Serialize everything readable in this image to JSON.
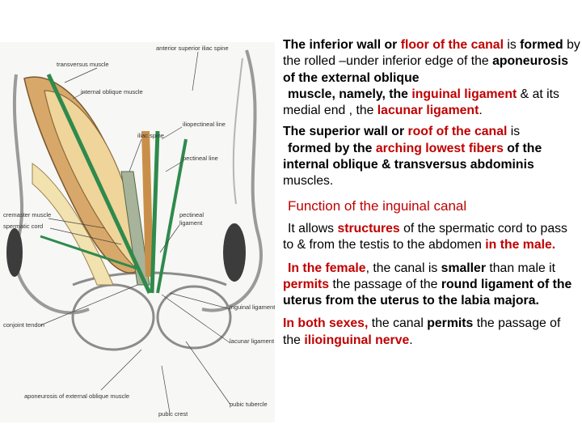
{
  "figure": {
    "labels": {
      "asis": "anterior superior iliac spine",
      "transversus": "transversus muscle",
      "internal_oblique": "internal oblique muscle",
      "iliopectineal": "iliopectineal line",
      "ilium": "iliac spine",
      "pectineal": "pectineal line",
      "cremaster": "cremaster muscle",
      "spermatic_cord": "spermatic cord",
      "pectineal_ligament_1": "pectineal",
      "pectineal_ligament_2": "ligament",
      "inguinal_ligament": "inguinal ligament",
      "conjoint_tendon": "conjoint tendon",
      "lacunar_ligament": "lacunar ligament",
      "pubic_tubercle": "pubic tubercle",
      "aponeurosis": "aponeurosis of external oblique muscle",
      "pubic_crest": "pubic crest"
    }
  },
  "text": {
    "p1": {
      "s1": "The inferior wall or ",
      "s2": "floor of the canal",
      "s3": " is ",
      "s4": "formed",
      "s5": " by the rolled –under inferior edge of the ",
      "s6": "aponeurosis of the external oblique",
      "s7": "muscle, namely, the ",
      "s8": "inguinal ligament",
      "s9": " & at its medial end , the ",
      "s10": "lacunar ligament",
      "s11": "."
    },
    "p2": {
      "s1": "The superior wall or ",
      "s2": "roof of the canal",
      "s3": " is",
      "s4": "formed by the ",
      "s5": "arching lowest fibers",
      "s6": " of the internal oblique & transversus abdominis",
      "s7": " muscles."
    },
    "heading": "Function of the inguinal canal",
    "p3": {
      "s1": "It allows ",
      "s2": "structures",
      "s3": " of the spermatic cord to pass to & from the testis to the abdomen",
      "s4": " in the male."
    },
    "p4": {
      "s1": "In the female",
      "s2": ", the canal is ",
      "s3": "smaller",
      "s4": " than male it ",
      "s5": "permits",
      "s6": " the passage of the ",
      "s7": "round ligament of the uterus from the uterus to the labia majora."
    },
    "p5": {
      "s1": "In both sexes,",
      "s2": " the canal ",
      "s3": "permits",
      "s4": " the passage  of the ",
      "s5": "ilioinguinal nerve",
      "s6": "."
    }
  }
}
